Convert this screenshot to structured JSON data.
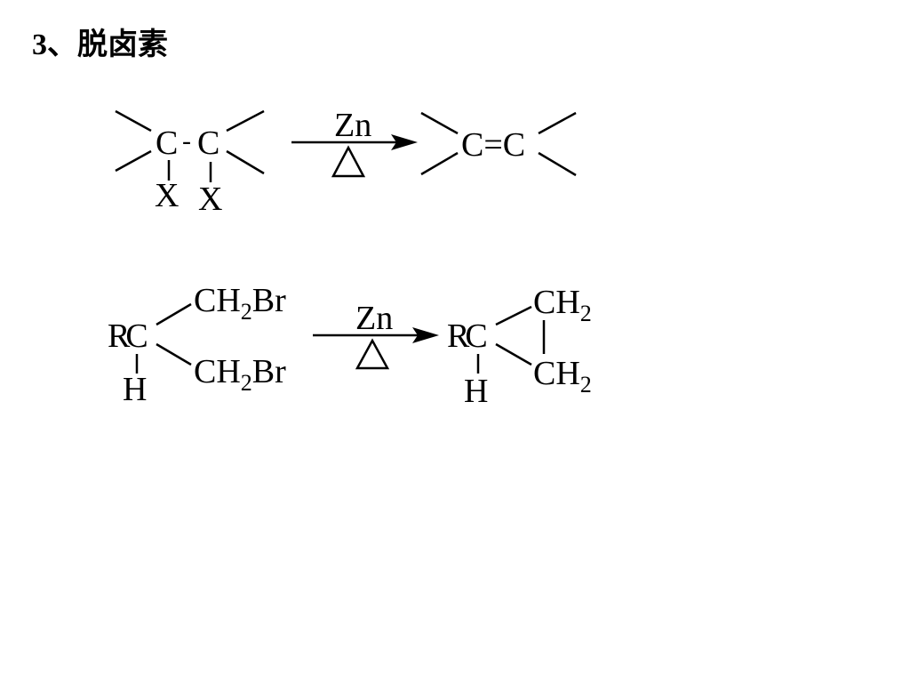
{
  "title": "3、脱卤素",
  "reaction1": {
    "reactant": {
      "c1": "C",
      "dash": "-",
      "c2": "C",
      "x1": "X",
      "x2": "X"
    },
    "reagent": "Zn",
    "condition_symbol": "triangle-heat-icon",
    "product": "C=C"
  },
  "reaction2": {
    "reactant": {
      "rc": "RC",
      "h": "H",
      "top_group": "CH",
      "top_sub": "2",
      "top_tail": "Br",
      "bottom_group": "CH",
      "bottom_sub": "2",
      "bottom_tail": "Br"
    },
    "reagent": "Zn",
    "condition_symbol": "triangle-heat-icon",
    "product": {
      "rc": "RC",
      "h": "H",
      "top_group": "CH",
      "top_sub": "2",
      "bottom_group": "CH",
      "bottom_sub": "2"
    }
  }
}
